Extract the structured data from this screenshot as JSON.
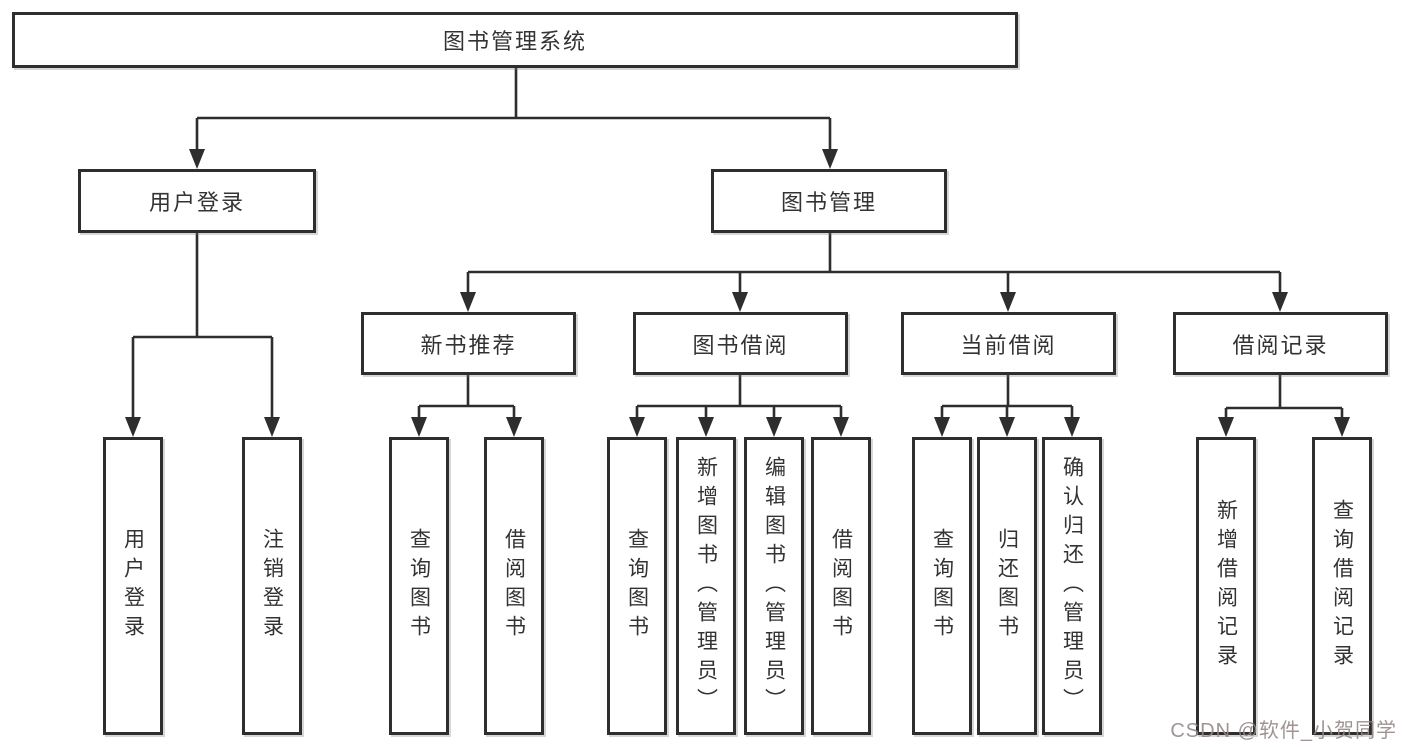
{
  "diagram": {
    "type": "hierarchy-tree",
    "root": {
      "label": "图书管理系统",
      "children": [
        {
          "label": "用户登录",
          "children": [
            {
              "label": "用户登录"
            },
            {
              "label": "注销登录"
            }
          ]
        },
        {
          "label": "图书管理",
          "children": [
            {
              "label": "新书推荐",
              "children": [
                {
                  "label": "查询图书"
                },
                {
                  "label": "借阅图书"
                }
              ]
            },
            {
              "label": "图书借阅",
              "children": [
                {
                  "label": "查询图书"
                },
                {
                  "label": "新增图书（管理员）"
                },
                {
                  "label": "编辑图书（管理员）"
                },
                {
                  "label": "借阅图书"
                }
              ]
            },
            {
              "label": "当前借阅",
              "children": [
                {
                  "label": "查询图书"
                },
                {
                  "label": "归还图书"
                },
                {
                  "label": "确认归还（管理员）"
                }
              ]
            },
            {
              "label": "借阅记录",
              "children": [
                {
                  "label": "新增借阅记录"
                },
                {
                  "label": "查询借阅记录"
                }
              ]
            }
          ]
        }
      ]
    },
    "colors": {
      "line": "#2e2e2e",
      "box_border": "#2e2e2e",
      "text": "#333333",
      "background": "#ffffff",
      "watermark": "#968787"
    }
  },
  "watermark": {
    "text": "CSDN @软件_小贺同学"
  }
}
